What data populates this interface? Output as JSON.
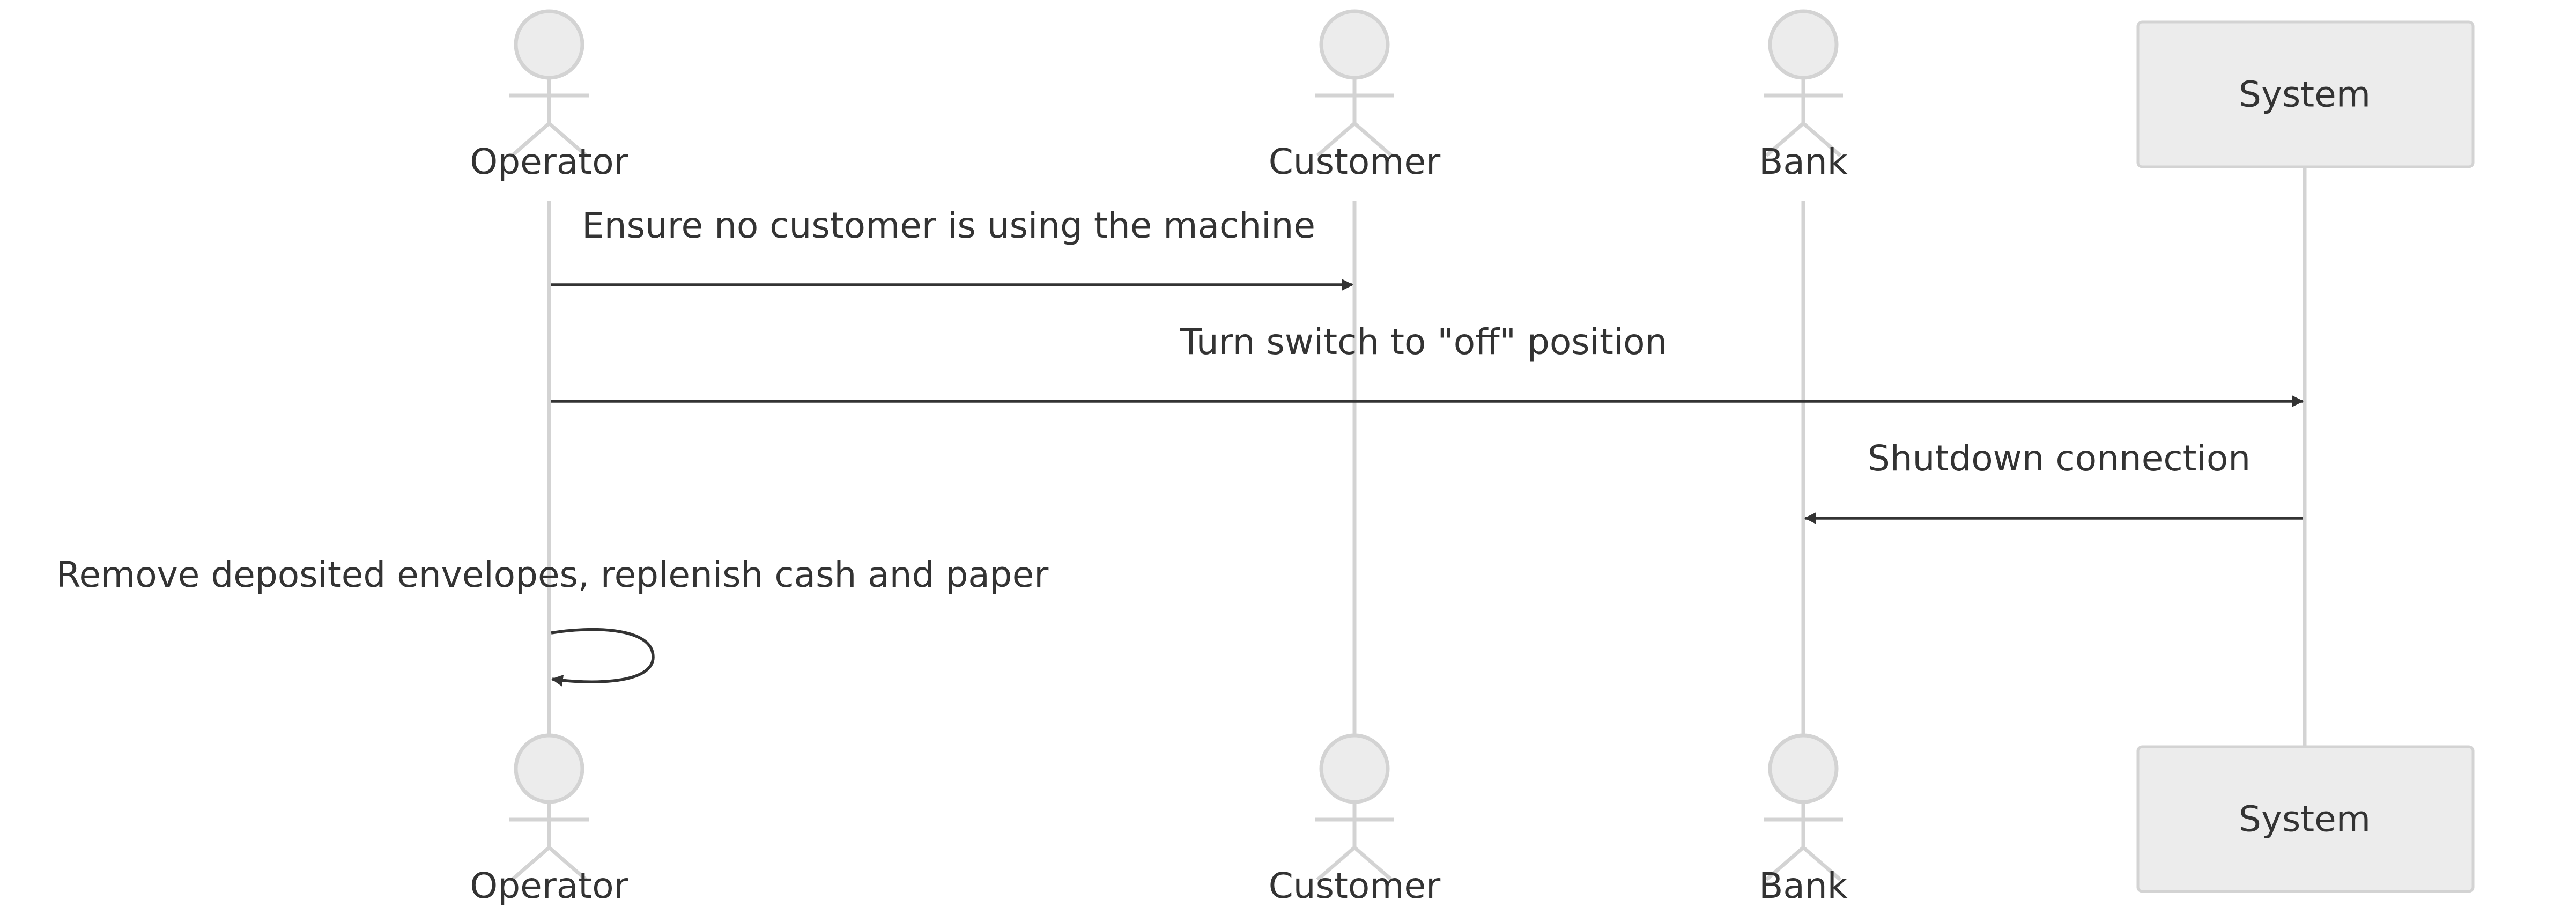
{
  "diagram": {
    "type": "sequence",
    "participants": [
      {
        "id": "operator",
        "label": "Operator",
        "kind": "actor"
      },
      {
        "id": "customer",
        "label": "Customer",
        "kind": "actor"
      },
      {
        "id": "bank",
        "label": "Bank",
        "kind": "actor"
      },
      {
        "id": "system",
        "label": "System",
        "kind": "participant"
      }
    ],
    "messages": [
      {
        "from": "operator",
        "to": "customer",
        "text": "Ensure no customer is using the machine"
      },
      {
        "from": "operator",
        "to": "system",
        "text": "Turn switch to \"off\" position"
      },
      {
        "from": "system",
        "to": "bank",
        "text": "Shutdown connection"
      },
      {
        "from": "operator",
        "to": "operator",
        "text": "Remove deposited envelopes, replenish cash and paper"
      }
    ]
  },
  "colors": {
    "lifeline": "#d3d3d3",
    "actor_fill": "#ececec",
    "box_fill": "#ececec",
    "text": "#333333",
    "arrow": "#333333"
  }
}
